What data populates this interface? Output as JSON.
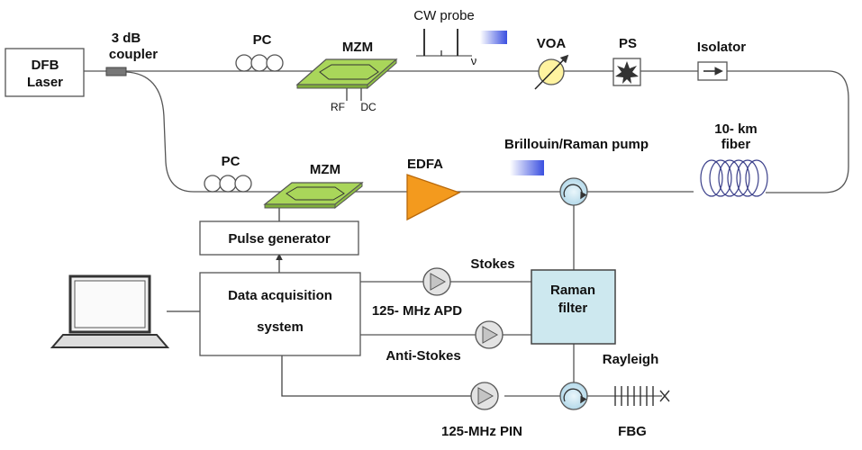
{
  "labels": {
    "dfb_laser_line1": "DFB",
    "dfb_laser_line2": "Laser",
    "coupler_line1": "3 dB",
    "coupler_line2": "coupler",
    "pc_top": "PC",
    "mzm_top": "MZM",
    "rf": "RF",
    "dc": "DC",
    "cw_probe": "CW probe",
    "nu": "ν",
    "voa": "VOA",
    "ps": "PS",
    "isolator": "Isolator",
    "fiber_line1": "10- km",
    "fiber_line2": "fiber",
    "pc_bottom": "PC",
    "mzm_bottom": "MZM",
    "edfa": "EDFA",
    "brillouin_raman_pump": "Brillouin/Raman pump",
    "pulse_generator": "Pulse generator",
    "daq_line1": "Data acquisition",
    "daq_line2": "system",
    "stokes": "Stokes",
    "apd": "125- MHz  APD",
    "anti_stokes": "Anti-Stokes",
    "raman_filter_line1": "Raman",
    "raman_filter_line2": "filter",
    "rayleigh": "Rayleigh",
    "pin": "125-MHz  PIN",
    "fbg": "FBG"
  },
  "colors": {
    "mzm_green": "#a9d65a",
    "edfa_orange": "#f39a1e",
    "raman_filter_fill": "#cde8ef",
    "voa_yellow": "#fff3a0",
    "pump_blue": "#3a4fe0",
    "circulator_blue": "#cfe8f3"
  },
  "icons": [
    "laptop-icon",
    "circulator-icon",
    "photodetector-icon",
    "attenuator-icon",
    "polarization-scrambler-icon",
    "isolator-arrow-icon",
    "fiber-spool-icon",
    "fbg-grating-icon",
    "polarization-controller-icon"
  ]
}
